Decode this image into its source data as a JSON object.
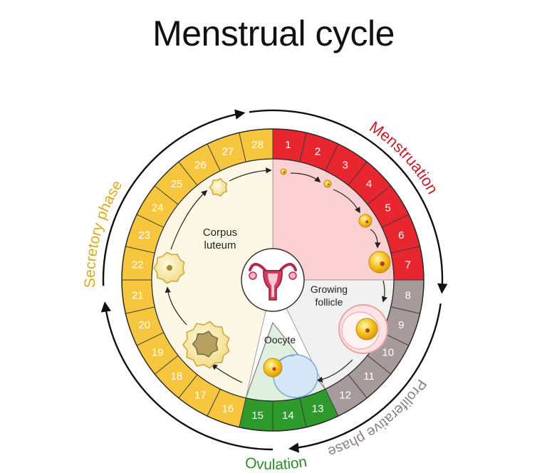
{
  "title": "Menstrual cycle",
  "center_icon": "uterus-icon",
  "phases": [
    {
      "id": "menstruation",
      "name": "Menstruation",
      "days": [
        1,
        2,
        3,
        4,
        5,
        6,
        7
      ],
      "color": "#e8262f",
      "inner_color": "#fbd0d2",
      "label_color": "#c4202b"
    },
    {
      "id": "proliferative",
      "name": "Proliferative phase",
      "days": [
        8,
        9,
        10,
        11,
        12
      ],
      "color": "#a79a9a",
      "inner_color": "#f2f1f2",
      "label_color": "#8c8080"
    },
    {
      "id": "ovulation",
      "name": "Ovulation",
      "days": [
        13,
        14,
        15
      ],
      "color": "#2f9a2c",
      "inner_color": "#dff0de",
      "label_color": "#2b8c28"
    },
    {
      "id": "secretory",
      "name": "Secretory phase",
      "days": [
        16,
        17,
        18,
        19,
        20,
        21,
        22,
        23,
        24,
        25,
        26,
        27,
        28
      ],
      "color": "#f6c73e",
      "inner_color": "#fdf8e6",
      "label_color": "#dcaa1e"
    }
  ],
  "labels": {
    "corpus_luteum": [
      "Corpus",
      "luteum"
    ],
    "growing_follicle": [
      "Growing",
      "follicle"
    ],
    "oocyte": "Oocyte"
  }
}
